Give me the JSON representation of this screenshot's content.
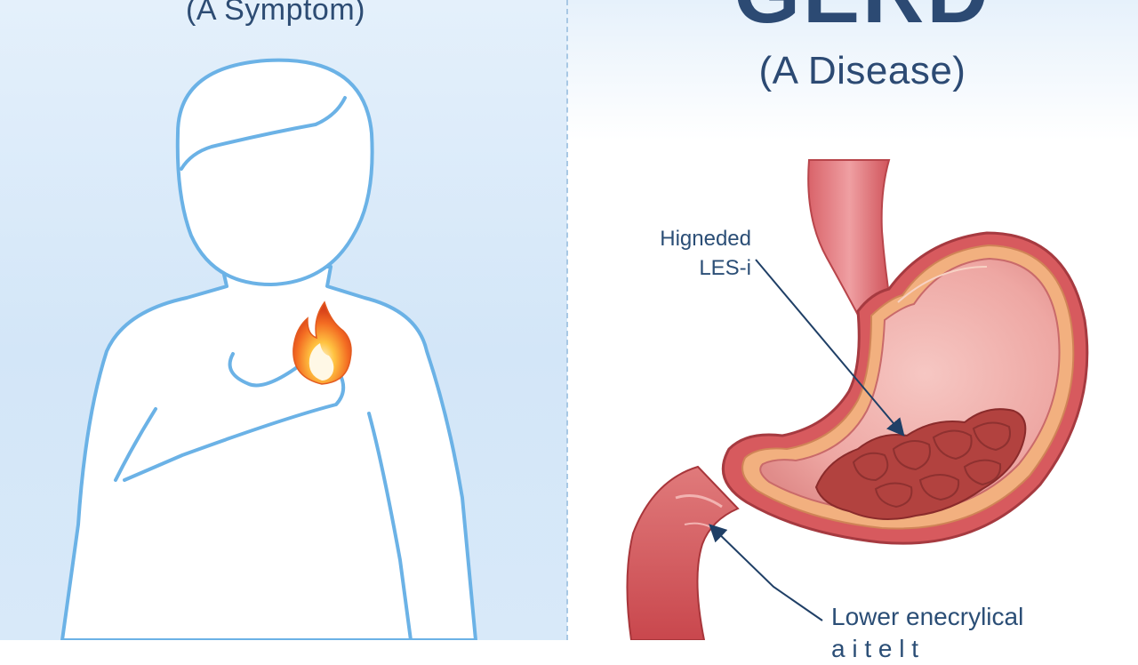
{
  "left": {
    "subtitle": "(A Symptom)"
  },
  "right": {
    "title": "GERD",
    "subtitle": "(A Disease)",
    "les_label_line1": "Higneded",
    "les_label_line2": "LES-i",
    "lower_label_line1": "Lower enecrylical",
    "lower_label_line2": "a i  t  e  l  t"
  },
  "icons": {
    "person": "person-outline-icon",
    "heartburn": "flame-icon",
    "stomach": "stomach-anatomy-icon"
  },
  "colors": {
    "outline_blue": "#6bb2e6",
    "flame_orange": "#f0642a",
    "stomach_red": "#c9474a",
    "text_navy": "#2c4a73"
  }
}
